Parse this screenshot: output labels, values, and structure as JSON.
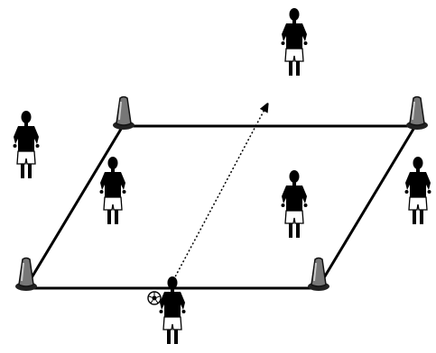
{
  "diagram": {
    "description_free": true,
    "field": {
      "shape": "parallelogram",
      "line_color": "#000000",
      "fill": "#ffffff"
    },
    "cones": [
      {
        "corner": "top-left",
        "icon": "cone-icon"
      },
      {
        "corner": "top-right",
        "icon": "cone-icon"
      },
      {
        "corner": "bottom-left",
        "icon": "cone-icon"
      },
      {
        "corner": "bottom-right",
        "icon": "cone-icon"
      }
    ],
    "players": [
      {
        "id": "player-top-center",
        "icon": "player-icon"
      },
      {
        "id": "player-left-outside",
        "icon": "player-icon"
      },
      {
        "id": "player-left-inside",
        "icon": "player-icon"
      },
      {
        "id": "player-right-inside",
        "icon": "player-icon"
      },
      {
        "id": "player-right-outside",
        "icon": "player-icon"
      },
      {
        "id": "player-bottom-with-ball",
        "icon": "player-icon"
      }
    ],
    "ball": {
      "icon": "soccer-ball-icon"
    },
    "pass_arrow": {
      "style": "dotted",
      "icon": "arrow-icon"
    },
    "colors": {
      "shirt": "#000000",
      "shorts": "#ffffff",
      "skin": "#000000",
      "cone": "#555555",
      "cone_base": "#222222"
    }
  }
}
